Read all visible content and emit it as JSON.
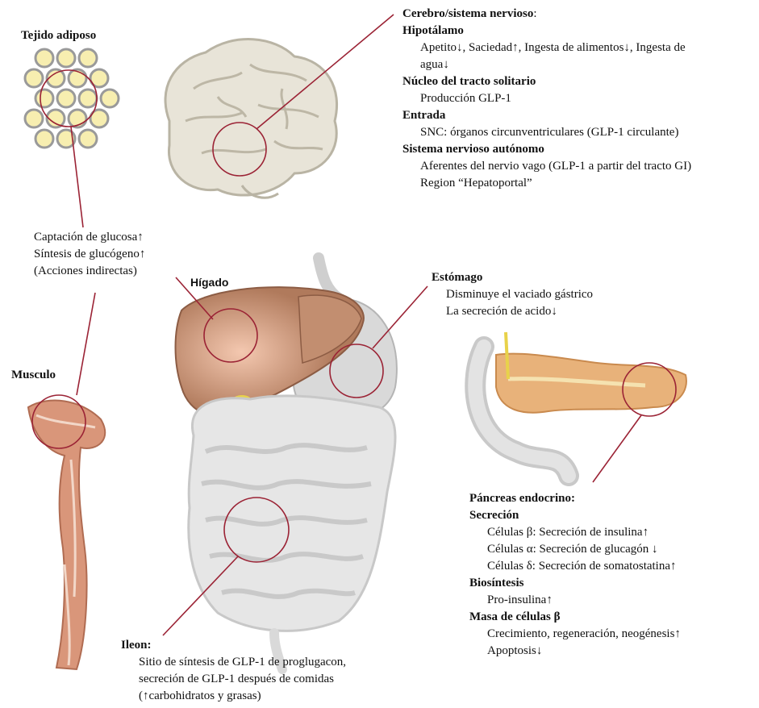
{
  "adipose": {
    "title": "Tejido adiposo"
  },
  "brain": {
    "title": "Cerebro/sistema nervioso",
    "title_suffix": ":",
    "hypothalamus": {
      "title": "Hipotálamo",
      "line1": "Apetito↓, Saciedad↑, Ingesta de alimentos↓, Ingesta de",
      "line2": "agua↓"
    },
    "nts": {
      "title": "Núcleo del tracto solitario",
      "line1": "Producción GLP-1"
    },
    "entry": {
      "title": "Entrada",
      "line1": "SNC: órganos circunventriculares (GLP-1 circulante)"
    },
    "ans": {
      "title": "Sistema nervioso autónomo",
      "line1": "Aferentes del nervio vago (GLP-1 a partir del tracto GI)",
      "line2": "Region “Hepatoportal”"
    }
  },
  "peripheral": {
    "line1": "Captación de glucosa↑",
    "line2": "Síntesis de glucógeno↑",
    "line3": "(Acciones indirectas)"
  },
  "liver": {
    "title": "Hígado"
  },
  "muscle": {
    "title": "Musculo"
  },
  "stomach": {
    "title": "Estómago",
    "line1": "Disminuye el vaciado gástrico",
    "line2": "La secreción de acido↓"
  },
  "pancreas": {
    "title": "Páncreas endocrino:",
    "secretion": {
      "title": "Secreción",
      "line1": "Células β: Secreción de insulina↑",
      "line2": "Células α: Secreción de glucagón ↓",
      "line3": "Células δ: Secreción de somatostatina↑"
    },
    "biosynthesis": {
      "title": "Biosíntesis",
      "line1": "Pro-insulina↑"
    },
    "mass": {
      "title": "Masa de células β",
      "line1": "Crecimiento, regeneración, neogénesis↑",
      "line2": "Apoptosis↓"
    }
  },
  "ileum": {
    "title": "Ileon:",
    "line1": "Sitio de síntesis de GLP-1 de proglugacon,",
    "line2": "secreción de GLP-1 después de comidas",
    "line3": "(↑carbohidratos y grasas)"
  },
  "colors": {
    "callout": "#9b2335",
    "brain": "#e8e4d8",
    "liver": "#b07a5c",
    "stomach": "#d9d9d9",
    "intestine": "#dcdcdc",
    "fat": "#f7eeb0",
    "muscle": "#d9967a",
    "pancreas": "#e8b27a"
  }
}
